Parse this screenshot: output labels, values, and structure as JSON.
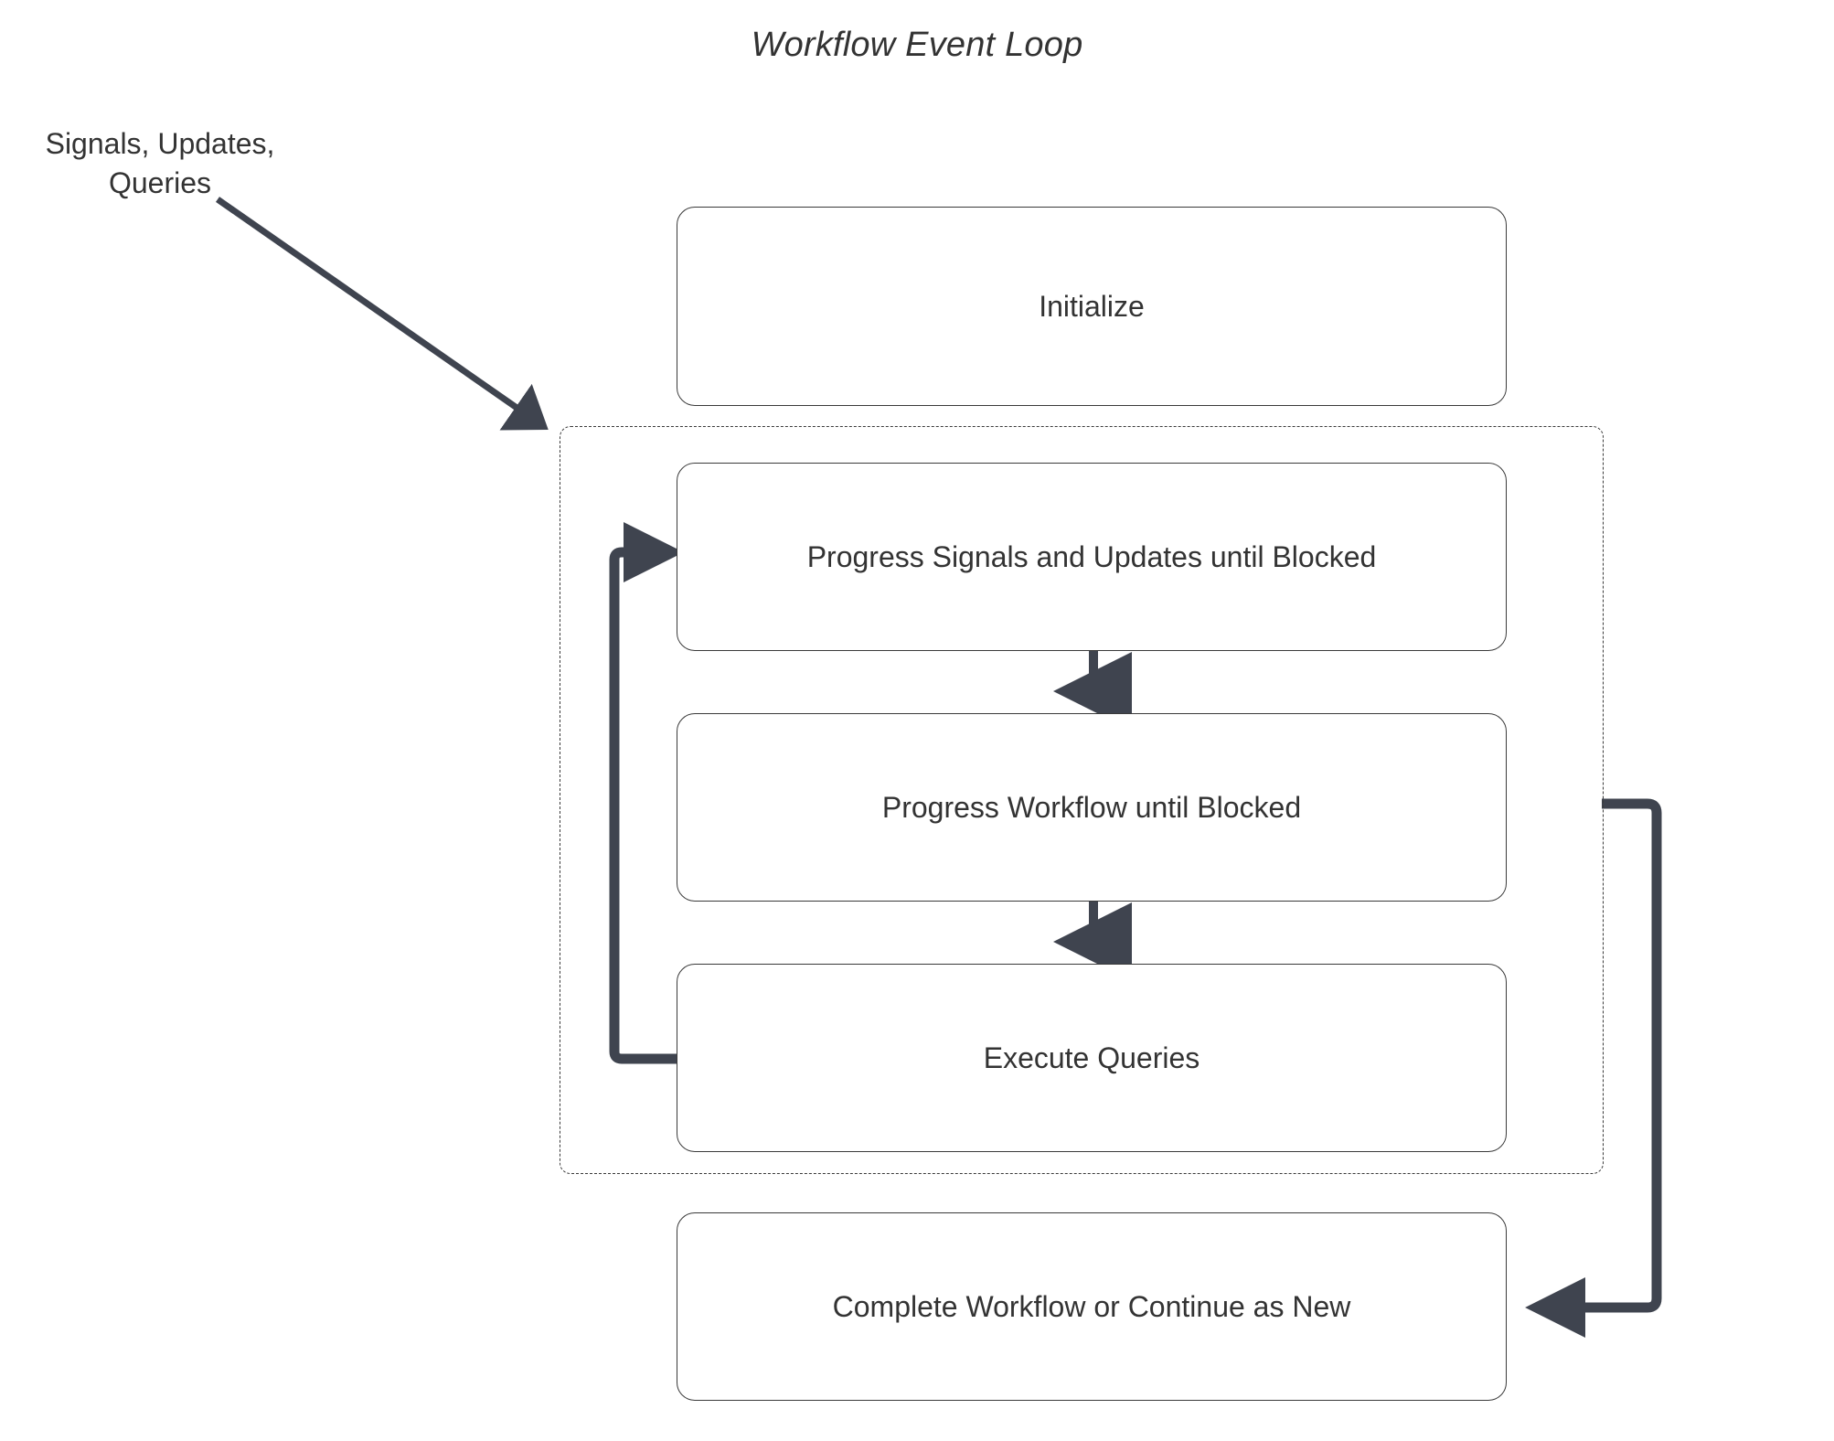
{
  "diagram": {
    "title": "Workflow Event Loop",
    "external_label": "Signals, Updates,\nQueries",
    "accent_color": "#3f444f",
    "node_border_color": "#3a3a3a",
    "text_color": "#333333",
    "background": "#ffffff",
    "nodes": [
      {
        "id": "initialize",
        "label": "Initialize"
      },
      {
        "id": "progress-signals",
        "label": "Progress Signals and Updates until Blocked"
      },
      {
        "id": "progress-workflow",
        "label": "Progress Workflow until Blocked"
      },
      {
        "id": "execute-queries",
        "label": "Execute Queries"
      },
      {
        "id": "complete-workflow",
        "label": "Complete Workflow or Continue as New"
      }
    ],
    "container": {
      "id": "event-loop-container",
      "style": "dashed"
    },
    "edges": [
      {
        "from": "external-signals",
        "to": "event-loop-container",
        "label": ""
      },
      {
        "from": "progress-signals",
        "to": "progress-workflow",
        "label": ""
      },
      {
        "from": "progress-workflow",
        "to": "execute-queries",
        "label": ""
      },
      {
        "from": "execute-queries",
        "to": "progress-signals",
        "label": ""
      },
      {
        "from": "event-loop-container",
        "to": "complete-workflow",
        "label": ""
      }
    ]
  }
}
